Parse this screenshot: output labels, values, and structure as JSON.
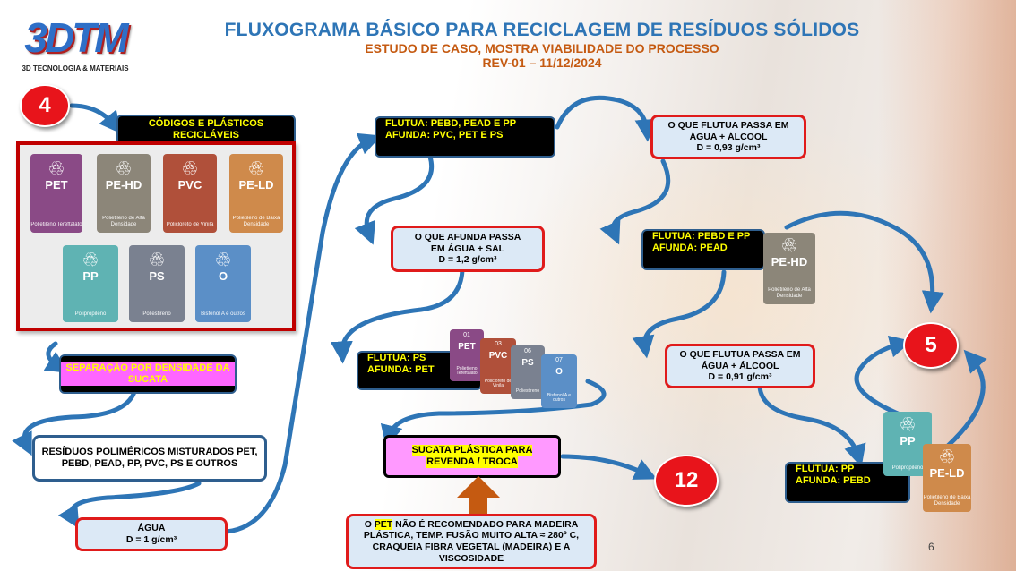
{
  "header": {
    "title": "FLUXOGRAMA BÁSICO PARA RECICLAGEM DE RESÍDUOS SÓLIDOS",
    "subtitle": "ESTUDO DE CASO, MOSTRA VIABILIDADE DO PROCESSO",
    "revision": "REV-01 – 11/12/2024"
  },
  "logo": {
    "mark": "3DTM",
    "tagline": "3D TECNOLOGIA & MATERIAIS"
  },
  "steps": {
    "step4": "4",
    "step5": "5",
    "step12": "12"
  },
  "boxes": {
    "codigos": "CÓDIGOS E PLÁSTICOS RECICLÁVEIS",
    "separacao": "SEPARAÇÃO POR DENSIDADE DA SUCATA",
    "residuos": "RESÍDUOS POLIMÉRICOS MISTURADOS PET, PEBD, PEAD, PP, PVC, PS E OUTROS",
    "agua_line1": "ÁGUA",
    "agua_line2": "D = 1 g/cm³",
    "flutua1_line1": "FLUTUA: PEBD, PEAD E PP",
    "flutua1_line2": "AFUNDA: PVC, PET E PS",
    "afunda_sal_line1": "O QUE AFUNDA PASSA",
    "afunda_sal_line2": "EM ÁGUA + SAL",
    "afunda_sal_line3": "D = 1,2 g/cm³",
    "flutua_ps_line1": "FLUTUA: PS",
    "flutua_ps_line2": "AFUNDA: PET",
    "sucata_line1": "SUCATA PLÁSTICA PARA",
    "sucata_line2": "REVENDA / TROCA",
    "pet_note_pre": "O ",
    "pet_note_hl": "PET",
    "pet_note_rest": " NÃO É RECOMENDADO PARA MADEIRA PLÁSTICA, TEMP. FUSÃO MUITO ALTA ≈ 280º C, CRAQUEIA FIBRA VEGETAL (MADEIRA) E A VISCOSIDADE",
    "alcool1_line1": "O QUE FLUTUA PASSA EM",
    "alcool1_line2": "ÁGUA + ÁLCOOL",
    "alcool1_line3": "D = 0,93 g/cm³",
    "pebd_pp_line1": "FLUTUA: PEBD E PP",
    "pebd_pp_line2": "AFUNDA: PEAD",
    "alcool2_line1": "O QUE FLUTUA PASSA EM",
    "alcool2_line2": "ÁGUA + ÁLCOOL",
    "alcool2_line3": "D = 0,91 g/cm³",
    "pp_pebd_line1": "FLUTUA: PP",
    "pp_pebd_line2": "AFUNDA: PEBD"
  },
  "plastics": {
    "pet": {
      "num": "01",
      "code": "PET",
      "desc": "Polietileno Tereftalato",
      "color": "#8a4a86"
    },
    "pehd": {
      "num": "02",
      "code": "PE-HD",
      "desc": "Polietileno de Alta Densidade",
      "color": "#8c8679"
    },
    "pvc": {
      "num": "03",
      "code": "PVC",
      "desc": "Policloreto de Vinila",
      "color": "#b0503a"
    },
    "peld": {
      "num": "04",
      "code": "PE-LD",
      "desc": "Polietileno de Baixa Densidade",
      "color": "#cf8a4b"
    },
    "pp": {
      "num": "05",
      "code": "PP",
      "desc": "Polipropileno",
      "color": "#5fb3b3"
    },
    "ps": {
      "num": "06",
      "code": "PS",
      "desc": "Poliestireno",
      "color": "#7a8190"
    },
    "o": {
      "num": "07",
      "code": "O",
      "desc": "Bisfenol A e outros",
      "color": "#5b8fc7"
    }
  },
  "page_number": "6"
}
